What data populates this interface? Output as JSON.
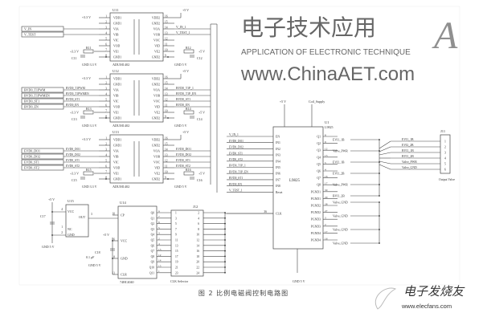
{
  "caption": "图 2  比例电磁阀控制电路图",
  "watermarks": {
    "cn_logo": "电子技术应用",
    "en_line": "APPLICATION OF ELECTRONIC TECHNIQUE",
    "url": "www.ChinaAET.com",
    "elecfans_cn": "电子发烧友",
    "elecfans_url": "www.elecfans.com",
    "colors": {
      "red": "#e8484f",
      "blue": "#3d8fc4"
    }
  },
  "isolators": [
    {
      "ref": "U11",
      "part": "ADUM1402",
      "inputs": [
        "V_IN",
        "V_TEST"
      ],
      "outputs": [
        "V_IN_1",
        "V_TEST_1"
      ],
      "left_supply": "+3.3 V",
      "right_supply": "+5 V",
      "res_left": "R11",
      "res_right": "R12",
      "cap_left": "C11",
      "cap_right": "C12",
      "gnd_left": "GND 3.3 V",
      "gnd_right": "GND 5 V"
    },
    {
      "ref": "U12",
      "part": "ADUM1402",
      "inputs": [
        "BVD0_T1PWM",
        "BVD0_T1PWMEN",
        "BVD0_ST1",
        "BVD0_EN"
      ],
      "outputs": [
        "BVD0_T1P_1",
        "BVD0_T1P_EN",
        "BVD0_ST1",
        "BVD0_EN"
      ],
      "left_supply": "+3.3 V",
      "right_supply": "+5 V",
      "res_left": "R13",
      "res_right": "R14",
      "cap_left": "C13",
      "cap_right": "C14",
      "gnd_left": "GND 3.3 V",
      "gnd_right": "GND 5 V"
    },
    {
      "ref": "U13",
      "part": "ADUM1402",
      "inputs": [
        "EVD0_DO1",
        "EVD0_DO2",
        "EVD0_ST1",
        "EVD0_ST2"
      ],
      "outputs": [
        "EVD0_DO1",
        "EVD0_DO2",
        "EVD0_ST1",
        "EVD0_ST2"
      ],
      "left_supply": "+3.3 V",
      "right_supply": "+5 V",
      "res_left": "R15",
      "res_right": "R16",
      "cap_left": "C15",
      "cap_right": "C16",
      "gnd_left": "GND 3.3 V",
      "gnd_right": "GND 5 V"
    }
  ],
  "isolator_pins": {
    "left": [
      "VDD1",
      "GND1",
      "VIA",
      "VIB",
      "VIC",
      "VOD",
      "VE1",
      "GND1"
    ],
    "right": [
      "VDD2",
      "GND2",
      "VOA",
      "VOB",
      "VOC",
      "VID",
      "VE2",
      "GND2"
    ],
    "left_nums": [
      "1",
      "2",
      "3",
      "4",
      "5",
      "6",
      "7",
      "8"
    ],
    "right_nums": [
      "16",
      "15",
      "14",
      "13",
      "12",
      "11",
      "10",
      "9"
    ]
  },
  "driver": {
    "ref": "U1",
    "part": "L9825",
    "supply": "+5 V",
    "coil_supply": "Coil_Supply",
    "left_pins": [
      "EN",
      "IN1",
      "IN2",
      "IN3",
      "IN4",
      "IN5",
      "IN6",
      "IN7",
      "IN8",
      "Reset",
      "CLK"
    ],
    "left_nets": [
      "V_IN_1",
      "EVD0_DO1",
      "EVD0_DO2",
      "EVD0_ST1",
      "EVD0_ST2",
      "BVD0_T1P_1",
      "BVD0_T1P_EN",
      "BVD0_ST1",
      "BVD0_EN",
      "V_TEST_1",
      ""
    ],
    "right_pins": [
      "Q1",
      "Q2",
      "Q3",
      "Q4",
      "Q5",
      "Q6",
      "Q7",
      "Q8",
      "PGND1",
      "PGND1",
      "PGND2",
      "PGND2",
      "PGND3",
      "PGND3",
      "PGND4",
      "PGND4"
    ],
    "right_nums": [
      "8",
      "9",
      "12",
      "13",
      "5",
      "4",
      "16",
      "17",
      "30",
      "29",
      "28",
      "27",
      "3",
      "2",
      "17",
      "16"
    ],
    "out_nets": [
      "EVI1_1B",
      "Valve_PWR",
      "EVI2_1B",
      "EVI1_2B",
      "Valve_PWR",
      "BVI1_2B"
    ],
    "gnd_nets": [
      "Valve_GND",
      "Valve_GND",
      "Valve_GND",
      "Valve_GND"
    ],
    "gnd": "GND 5 V",
    "clk_pin": "36"
  },
  "connector_out": {
    "ref": "J11",
    "label": "Output Valve",
    "pins": [
      "1",
      "2",
      "3",
      "4",
      "5",
      "6"
    ],
    "nets": [
      "EVI1_1B",
      "EVI2_2B",
      "BVI1_1B",
      "BVI1_2B",
      "Valve_PWR",
      "Valve_GND"
    ]
  },
  "oscillator": {
    "ref": "U15",
    "pins": [
      "VCC",
      "OUT",
      "NC",
      "GND"
    ],
    "nums": [
      "4",
      "3",
      "1",
      "2"
    ],
    "supply": "+5 V",
    "cap": "C17",
    "gnd": "GND 5 V"
  },
  "counter": {
    "ref": "U14",
    "part": "74HC4040",
    "left_pins": [
      "CP",
      "VCC",
      "GND",
      "CLR"
    ],
    "left_nums": [
      "10",
      "16",
      "8",
      "11"
    ],
    "outputs": [
      "Q0",
      "Q1",
      "Q2",
      "Q3",
      "Q4",
      "Q5",
      "Q6",
      "Q7",
      "Q8",
      "Q9",
      "Q10",
      "Q11"
    ],
    "out_nums": [
      "9",
      "7",
      "6",
      "5",
      "3",
      "2",
      "4",
      "13",
      "12",
      "14",
      "15",
      "1"
    ],
    "supply": "+5 V",
    "cap": "C18",
    "cap_value": "0.1 μF",
    "gnd": "GND 5 V"
  },
  "clk_selector": {
    "ref": "J12",
    "label": "CLK Selector",
    "left": [
      "1",
      "3",
      "5",
      "7",
      "9",
      "11",
      "13",
      "15",
      "17",
      "19",
      "21",
      "23"
    ],
    "right": [
      "2",
      "4",
      "6",
      "8",
      "10",
      "12",
      "14",
      "16",
      "18",
      "20",
      "22",
      "24"
    ]
  }
}
